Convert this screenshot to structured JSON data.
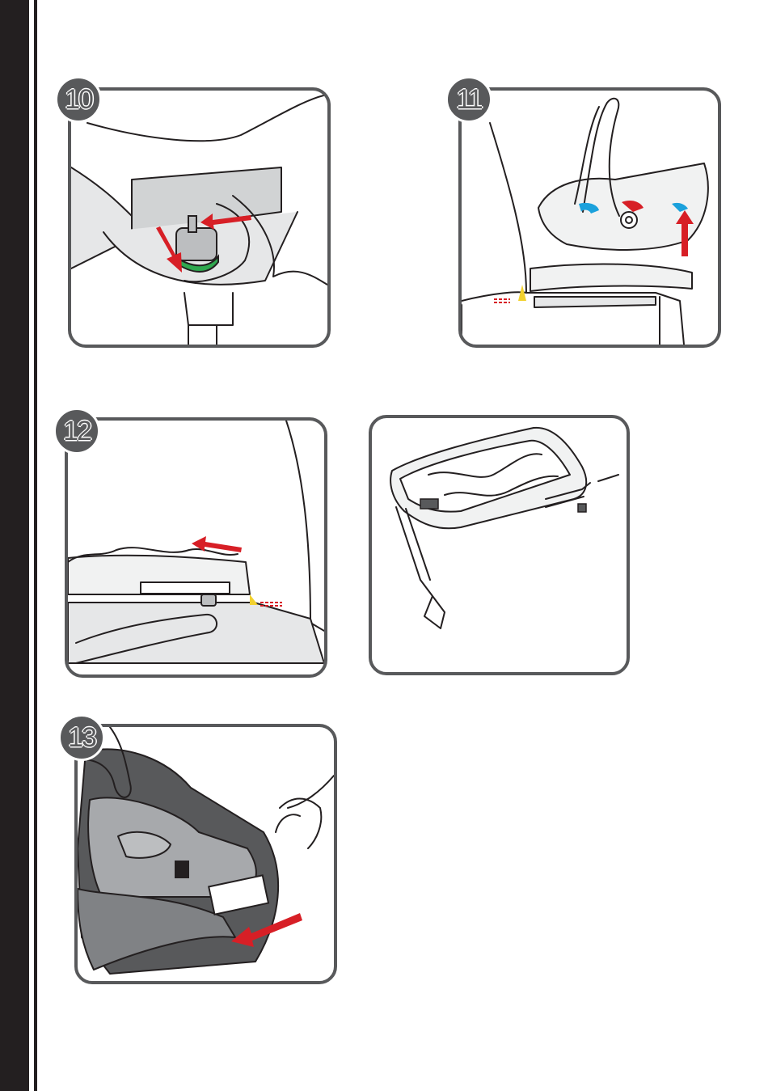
{
  "colors": {
    "sidebar": "#231f20",
    "frame": "#58595b",
    "arrow": "#d71f26",
    "release_handle": "#2fa84f",
    "indicator_blue": "#1ba1dc",
    "indicator_red": "#d71f26",
    "indicator_yellow": "#f2d12e"
  },
  "steps": [
    {
      "number": "10",
      "illustration": "hand-pressing-release-button-icon"
    },
    {
      "number": "11",
      "illustration": "carrier-lifted-from-base-icon"
    },
    {
      "number": "12",
      "illustration": "base-slid-back-to-seat-icon"
    },
    {
      "number": "",
      "illustration": "isofix-base-overview-icon"
    },
    {
      "number": "13",
      "illustration": "insert-manual-into-pocket-icon"
    }
  ]
}
